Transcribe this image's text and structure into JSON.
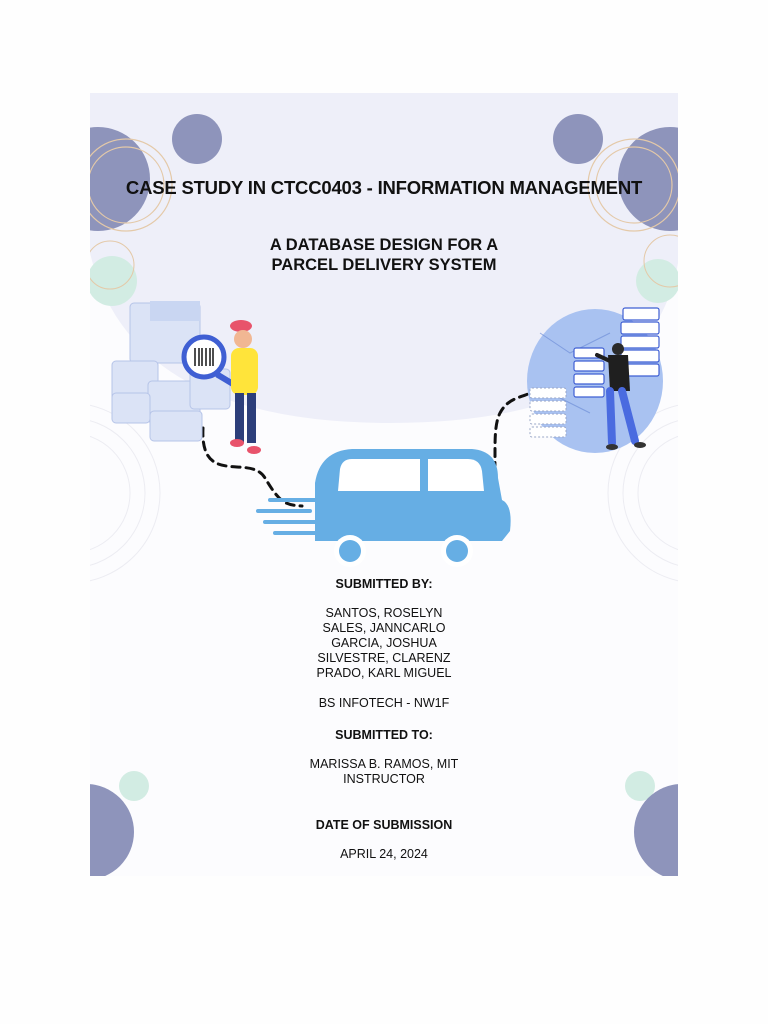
{
  "document": {
    "case_title": "CASE STUDY IN CTCC0403 - INFORMATION MANAGEMENT",
    "main_title_lines": [
      "A DATABASE DESIGN FOR A",
      "PARCEL DELIVERY SYSTEM"
    ],
    "submitted_by_heading": "SUBMITTED BY:",
    "members": [
      "SANTOS, ROSELYN",
      "SALES, JANNCARLO",
      "GARCIA, JOSHUA",
      "SILVESTRE, CLARENZ",
      "PRADO, KARL MIGUEL"
    ],
    "program": "BS INFOTECH - NW1F",
    "submitted_to_heading": "SUBMITTED TO:",
    "instructor_lines": [
      "MARISSA B. RAMOS, MIT",
      "INSTRUCTOR"
    ],
    "date_heading": "DATE OF SUBMISSION",
    "date_value": "APRIL 24, 2024"
  },
  "colors": {
    "circle_navy": "#8e94bb",
    "circle_mint": "#d2ece3",
    "header_wash": "#eeeff9",
    "van_blue": "#66aee4",
    "accent_blue": "#3f5fd3"
  }
}
